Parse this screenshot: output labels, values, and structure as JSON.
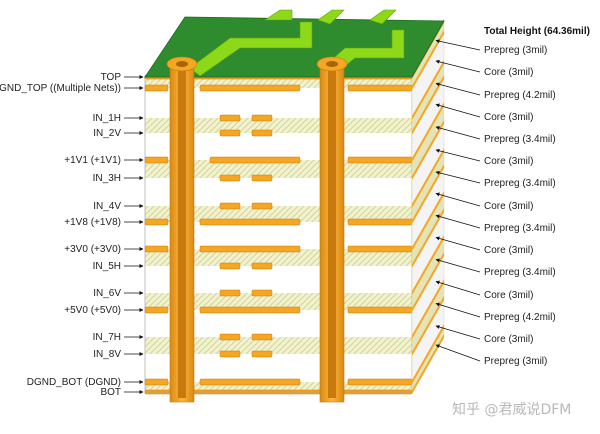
{
  "header": {
    "total_height": "Total Height (64.36mil)"
  },
  "left_labels": [
    "TOP",
    "GND_TOP ((Multiple Nets))",
    "IN_1H",
    "IN_2V",
    "+1V1 (+1V1)",
    "IN_3H",
    "IN_4V",
    "+1V8 (+1V8)",
    "+3V0 (+3V0)",
    "IN_5H",
    "IN_6V",
    "+5V0 (+5V0)",
    "IN_7H",
    "IN_8V",
    "DGND_BOT (DGND)",
    "BOT"
  ],
  "right_labels": [
    "Prepreg (3mil)",
    "Core (3mil)",
    "Prepreg (4.2mil)",
    "Core (3mil)",
    "Prepreg (3.4mil)",
    "Core (3mil)",
    "Prepreg (3.4mil)",
    "Core (3mil)",
    "Prepreg (3.4mil)",
    "Core (3mil)",
    "Prepreg (3.4mil)",
    "Core (3mil)",
    "Prepreg (4.2mil)",
    "Core (3mil)",
    "Prepreg (3mil)"
  ],
  "watermark": "知乎 @君威说DFM",
  "colors": {
    "copper": "#f5a623",
    "copper_dark": "#c97a10",
    "core": "#ffffff",
    "prepreg": "#f2f2cc",
    "prepreg_hatch": "#d9d9a6",
    "soldermask": "#2e8b2e",
    "soldermask_top": "#3aa13a",
    "trace": "#8ed81a",
    "arrow": "#111111"
  }
}
